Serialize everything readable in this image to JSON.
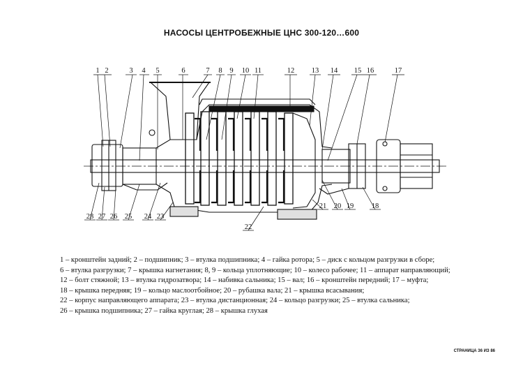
{
  "title": "НАСОСЫ ЦЕНТРОБЕЖНЫЕ ЦНС 300-120…600",
  "callouts_top": [
    "1",
    "2",
    "3",
    "4",
    "5",
    "6",
    "7",
    "8",
    "9",
    "10",
    "11",
    "12",
    "13",
    "14",
    "15",
    "16",
    "17"
  ],
  "callouts_bottom": [
    "28",
    "27",
    "26",
    "25",
    "24",
    "23",
    "22",
    "21",
    "20",
    "19",
    "18"
  ],
  "legend": [
    "1 – кронштейн задний;  2 – подшипник; 3 – втулка подшипника; 4 – гайка ротора; 5 – диск с кольцом разгрузки в сборе;",
    "6 – втулка разгрузки; 7 – крышка нагнетания; 8, 9 – кольца уплотняющие; 10 – колесо рабочее; 11 – аппарат направляющий;",
    "12 – болт стяжной; 13 – втулка гидрозатвора; 14 – набивка сальника; 15 – вал; 16 – кронштейн передний; 17 – муфта;",
    "18 – крышка передняя; 19 – кольцо маслоотбойное; 20 – рубашка вала; 21 – крышка всасывания;",
    "22 – корпус направляющего аппарата; 23 – втулка дистанционная; 24 – кольцо разгрузки; 25 – втулка сальника;",
    "26 – крышка подшипника; 27 – гайка круглая; 28 – крышка глухая"
  ],
  "page_label": "СТРАНИЦА 36 ИЗ 86"
}
